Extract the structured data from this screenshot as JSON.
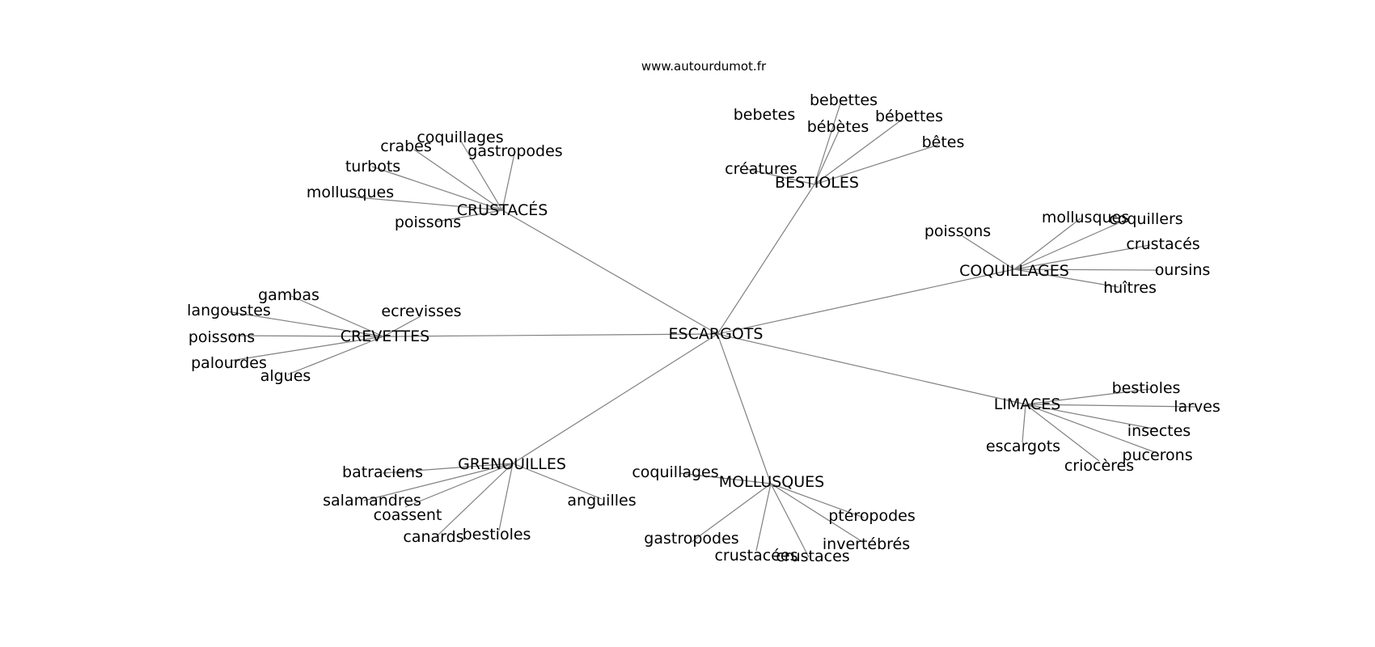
{
  "header": {
    "site": "www.autourdumot.fr"
  },
  "colors": {
    "edge": "#808080",
    "text": "#000000",
    "background": "#ffffff"
  },
  "graph": {
    "root": "ESCARGOTS",
    "clusters": [
      {
        "label": "BESTIOLES",
        "children": [
          "bebetes",
          "bebettes",
          "bébètes",
          "bébettes",
          "bêtes",
          "créatures"
        ]
      },
      {
        "label": "CRUSTACÉS",
        "children": [
          "crabes",
          "coquillages",
          "gastropodes",
          "turbots",
          "mollusques",
          "poissons"
        ]
      },
      {
        "label": "COQUILLAGES",
        "children": [
          "poissons",
          "mollusques",
          "coquillers",
          "crustacés",
          "oursins",
          "huîtres"
        ]
      },
      {
        "label": "CREVETTES",
        "children": [
          "gambas",
          "langoustes",
          "ecrevisses",
          "poissons",
          "palourdes",
          "algues"
        ]
      },
      {
        "label": "LIMACES",
        "children": [
          "bestioles",
          "larves",
          "insectes",
          "pucerons",
          "criocères",
          "escargots"
        ]
      },
      {
        "label": "GRENOUILLES",
        "children": [
          "batraciens",
          "salamandres",
          "coassent",
          "canards",
          "bestioles",
          "anguilles"
        ]
      },
      {
        "label": "MOLLUSQUES",
        "children": [
          "coquillages",
          "gastropodes",
          "crustacées",
          "crustaces",
          "invertébrés",
          "ptéropodes"
        ]
      }
    ]
  }
}
